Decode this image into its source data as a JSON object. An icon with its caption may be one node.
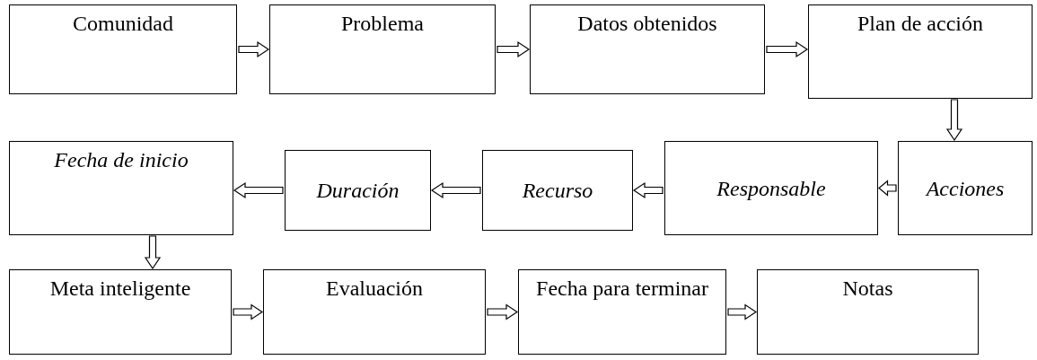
{
  "diagram": {
    "nodes": [
      {
        "text": [
          "Comunidad"
        ]
      },
      {
        "text": [
          "Problema"
        ]
      },
      {
        "text": [
          "Datos obtenidos"
        ]
      },
      {
        "text": [
          "Plan de acción"
        ]
      },
      {
        "text": [
          "Acciones"
        ]
      },
      {
        "text": [
          "Responsable"
        ]
      },
      {
        "text": [
          "Recurso"
        ]
      },
      {
        "text": [
          "Duración"
        ]
      },
      {
        "text": [
          "Fecha de inicio"
        ]
      },
      {
        "text": [
          "Meta inteligente"
        ]
      },
      {
        "text": [
          "Evaluación"
        ]
      },
      {
        "text": [
          "Fecha para terminar"
        ]
      },
      {
        "text": [
          "Notas"
        ]
      }
    ],
    "edges": [
      {
        "from": 0,
        "to": 1,
        "arrow": "to"
      },
      {
        "from": 1,
        "to": 2,
        "arrow": "to"
      },
      {
        "from": 2,
        "to": 3,
        "arrow": "to"
      },
      {
        "from": 3,
        "to": 4,
        "arrow": "to"
      },
      {
        "from": 4,
        "to": 5,
        "arrow": "to"
      },
      {
        "from": 5,
        "to": 6,
        "arrow": "to"
      },
      {
        "from": 6,
        "to": 7,
        "arrow": "to"
      },
      {
        "from": 7,
        "to": 8,
        "arrow": "to"
      },
      {
        "from": 8,
        "to": 9,
        "arrow": "to"
      },
      {
        "from": 9,
        "to": 10,
        "arrow": "to"
      },
      {
        "from": 10,
        "to": 11,
        "arrow": "to"
      },
      {
        "from": 11,
        "to": 12,
        "arrow": "to"
      }
    ]
  }
}
